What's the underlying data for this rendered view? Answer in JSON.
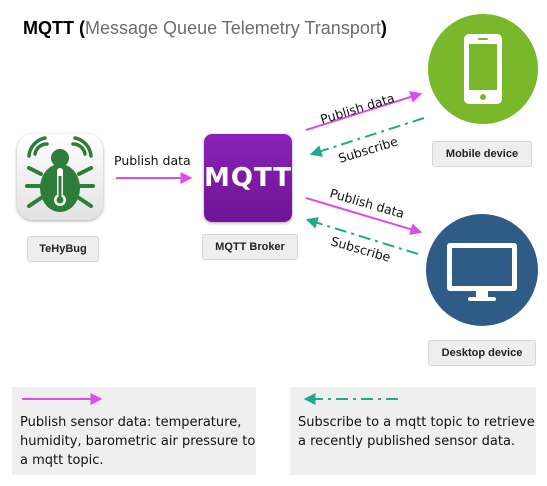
{
  "title": {
    "acronym": "MQTT",
    "open_paren": "(",
    "full_name": "Message Queue Telemetry Transport",
    "close_paren": ")"
  },
  "nodes": {
    "tehybug": {
      "label": "TeHyBug",
      "icon": "bug-thermometer-wifi-icon"
    },
    "broker": {
      "label": "MQTT Broker",
      "logo_text": "MQTT"
    },
    "mobile": {
      "label": "Mobile device",
      "icon": "smartphone-icon"
    },
    "desktop": {
      "label": "Desktop device",
      "icon": "monitor-icon"
    }
  },
  "edges": {
    "bug_to_broker": "Publish data",
    "broker_to_mobile": "Publish data",
    "mobile_to_broker": "Subscribe",
    "broker_to_desktop": "Publish data",
    "desktop_to_broker": "Subscribe"
  },
  "legend": {
    "publish": {
      "lines": [
        "Publish sensor data: temperature,",
        "humidity, barometric air pressure to",
        "a mqtt topic."
      ]
    },
    "subscribe": {
      "lines": [
        "Subscribe to a mqtt topic to retrieve",
        "a recently published sensor data."
      ]
    }
  },
  "colors": {
    "publish_arrow": "#d94ee8",
    "subscribe_arrow": "#1faa8a",
    "broker_purple": "#7a1aa6",
    "bug_green": "#2e7d3a",
    "mobile_green": "#78b82a",
    "desktop_blue": "#2f5b87"
  }
}
